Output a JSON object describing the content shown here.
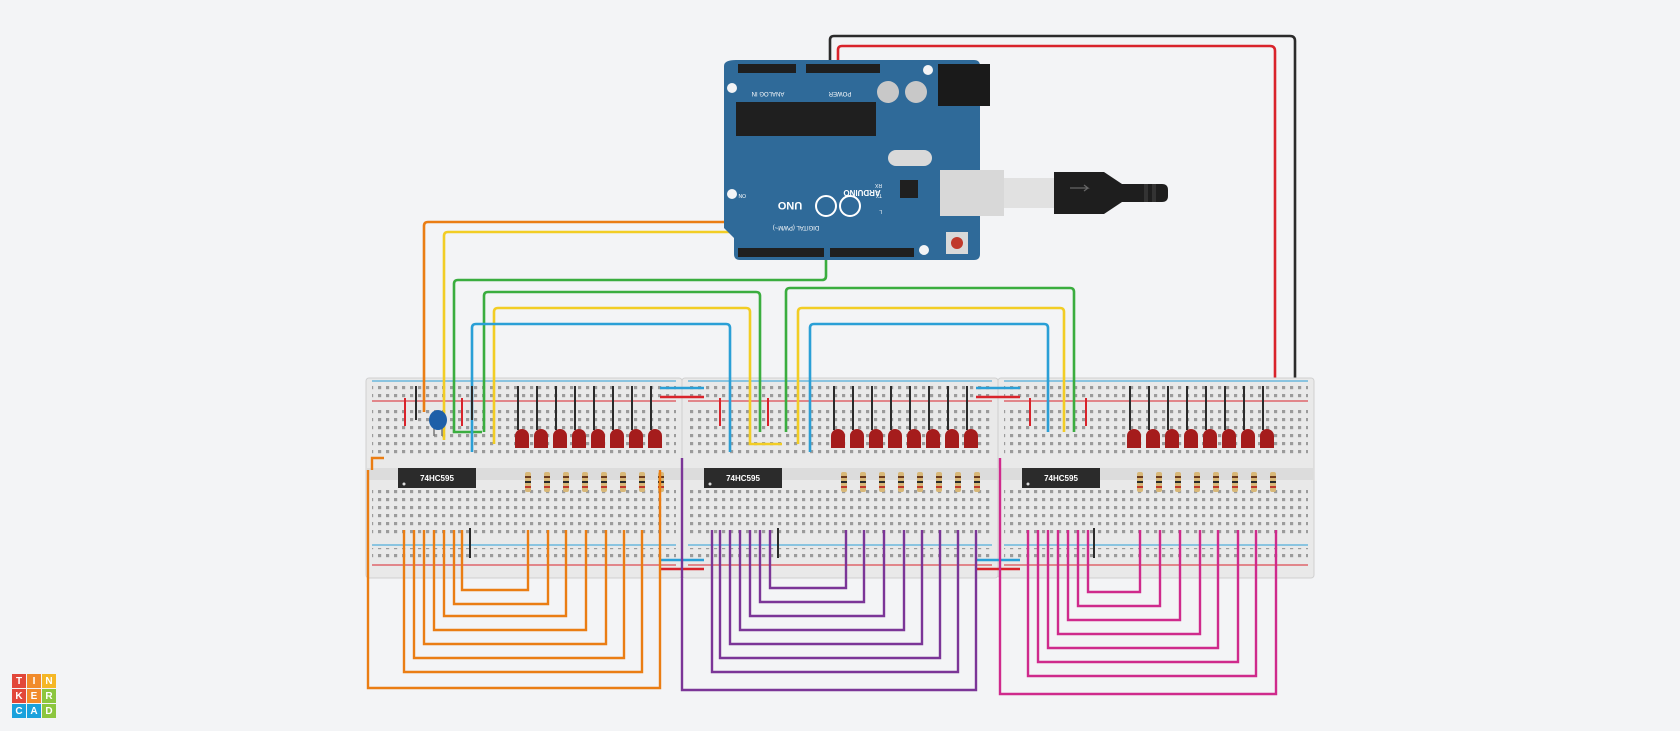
{
  "app": {
    "logo_letters": [
      "T",
      "I",
      "N",
      "K",
      "E",
      "R",
      "C",
      "A",
      "D"
    ],
    "logo_colors": [
      "#e2473a",
      "#f18b2b",
      "#f5b726",
      "#e2473a",
      "#f18b2b",
      "#8cc63f",
      "#1aa1dc",
      "#1aa1dc",
      "#8cc63f"
    ]
  },
  "arduino": {
    "brand": "ARDUINO",
    "model": "UNO",
    "header_analog": "ANALOG IN",
    "header_power": "POWER",
    "header_digital": "DIGITAL (PWM~)",
    "on_label": "ON",
    "tx_label": "TX",
    "rx_label": "RX",
    "l_label": "L",
    "board_color": "#2f6a99"
  },
  "chips": [
    {
      "label": "74HC595"
    },
    {
      "label": "74HC595"
    },
    {
      "label": "74HC595"
    }
  ],
  "colors": {
    "wire_orange": "#ea7d13",
    "wire_yellow": "#f2cd24",
    "wire_green": "#3aad3f",
    "wire_blue": "#2a9fd6",
    "wire_purple": "#7b3597",
    "wire_magenta": "#cf2a8c",
    "wire_red": "#d9232b",
    "wire_black": "#2b2b2b",
    "led_red": "#a51c1c",
    "breadboard": "#e9e9e9"
  }
}
